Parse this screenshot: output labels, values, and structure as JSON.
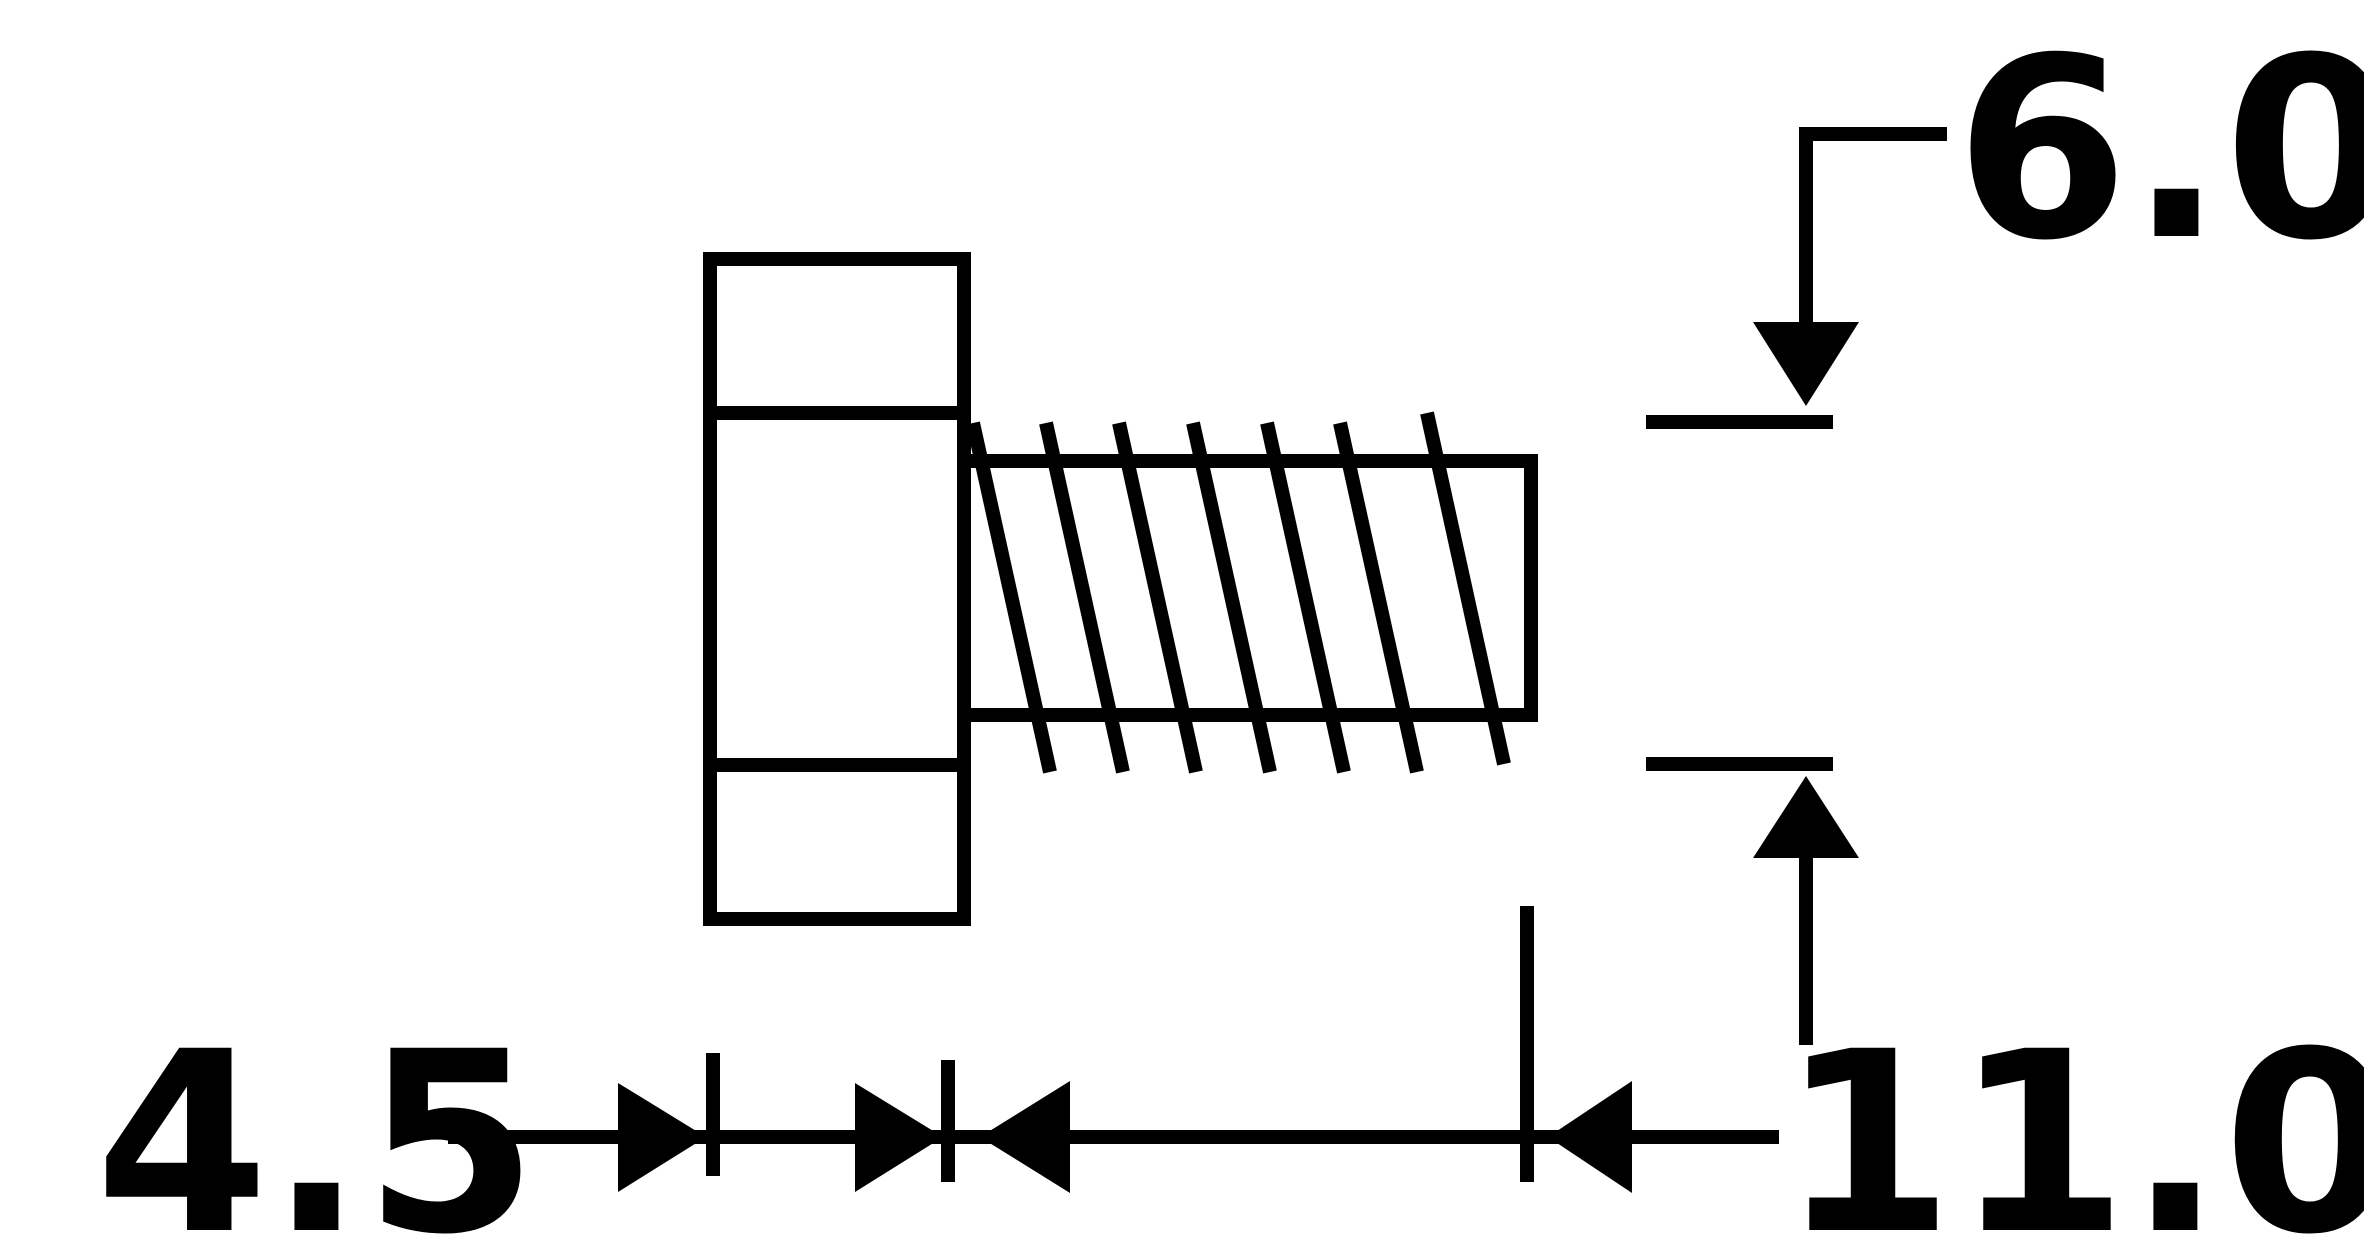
{
  "colors": {
    "ink": "#000000",
    "background": "#ffffff"
  },
  "dimensions": {
    "head_length": "4.5",
    "thread_length": "11.0",
    "thread_diameter": "6.0"
  }
}
